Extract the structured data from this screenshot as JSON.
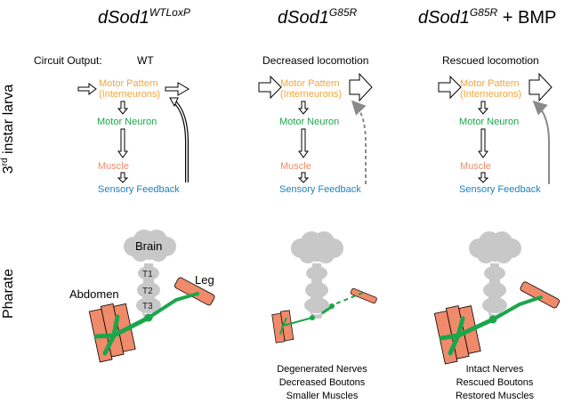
{
  "columns": [
    {
      "title_main": "dSod1",
      "title_sup": "WTLoxP",
      "title_suffix": "",
      "output": "WT"
    },
    {
      "title_main": "dSod1",
      "title_sup": "G85R",
      "title_suffix": "",
      "output": "Decreased locomotion"
    },
    {
      "title_main": "dSod1",
      "title_sup": "G85R",
      "title_suffix": " + BMP",
      "output": "Rescued locomotion"
    }
  ],
  "circuit_output_label": "Circuit Output:",
  "circuit_nodes": {
    "motor_pattern": "Motor Pattern",
    "interneurons": "(Interneurons)",
    "motor_neuron": "Motor Neuron",
    "muscle": "Muscle",
    "sensory_feedback": "Sensory Feedback"
  },
  "row_labels": {
    "larva_prefix": "3",
    "larva_sup": "rd",
    "larva_suffix": " instar larva",
    "pharate": "Pharate"
  },
  "body_labels": {
    "brain": "Brain",
    "leg": "Leg",
    "abdomen": "Abdomen",
    "t1": "T1",
    "t2": "T2",
    "t3": "T3"
  },
  "captions": {
    "mutant": [
      "Degenerated Nerves",
      "Decreased Boutons",
      "Smaller Muscles"
    ],
    "rescue": [
      "Intact Nerves",
      "Rescued Boutons",
      "Restored Muscles"
    ]
  },
  "colors": {
    "motor_pattern": "#f4a53a",
    "motor_neuron": "#1aa64b",
    "muscle": "#ec8a6b",
    "sensory": "#1f7fc2",
    "nerve": "#1aa64b",
    "muscle_fill": "#ef8a6a",
    "brain_fill": "#c8c8c8"
  }
}
